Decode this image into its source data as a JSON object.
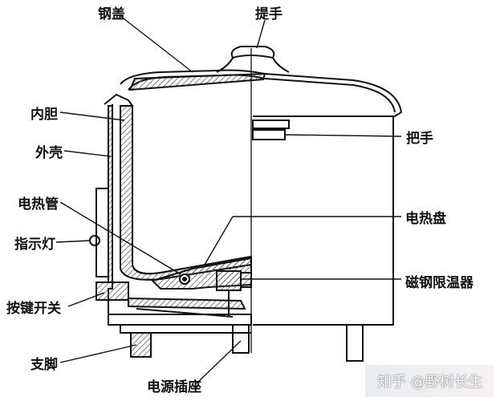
{
  "labels": {
    "lid": "钢盖",
    "knob": "提手",
    "inner_pot": "内胆",
    "outer_shell": "外壳",
    "handle": "把手",
    "heating_tube": "电热管",
    "heating_plate": "电热盘",
    "indicator_light": "指示灯",
    "magnetic_thermostat": "磁钢限温器",
    "key_switch": "按键开关",
    "foot": "支脚",
    "power_socket": "电源插座"
  },
  "watermark": "知乎 @野树长生",
  "colors": {
    "line": "#111111",
    "hatch": "#555555"
  }
}
